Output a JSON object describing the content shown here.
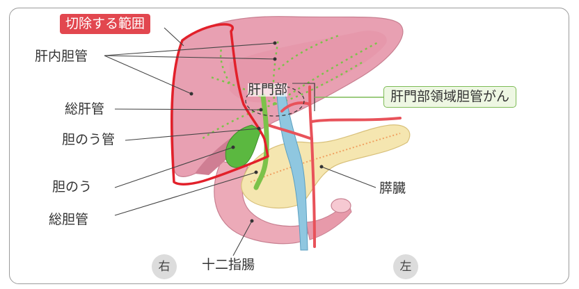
{
  "labels": {
    "resection_area": "切除する範囲",
    "intrahepatic_bile_duct": "肝内胆管",
    "hilum": "肝門部",
    "common_hepatic_duct": "総肝管",
    "cystic_duct": "胆のう管",
    "gallbladder": "胆のう",
    "common_bile_duct": "総胆管",
    "pancreas": "膵臓",
    "duodenum": "十二指腸",
    "perihilar_cancer": "肝門部領域胆管がん",
    "right": "右",
    "left": "左"
  },
  "colors": {
    "liver": "#e8a0b2",
    "resection_outline": "#e2202a",
    "bile_duct": "#7cc24a",
    "gallbladder": "#5bb840",
    "pancreas": "#f5e6b0",
    "vein": "#8fc7e0",
    "artery": "#e8525a",
    "duodenum": "#ecaab8"
  }
}
